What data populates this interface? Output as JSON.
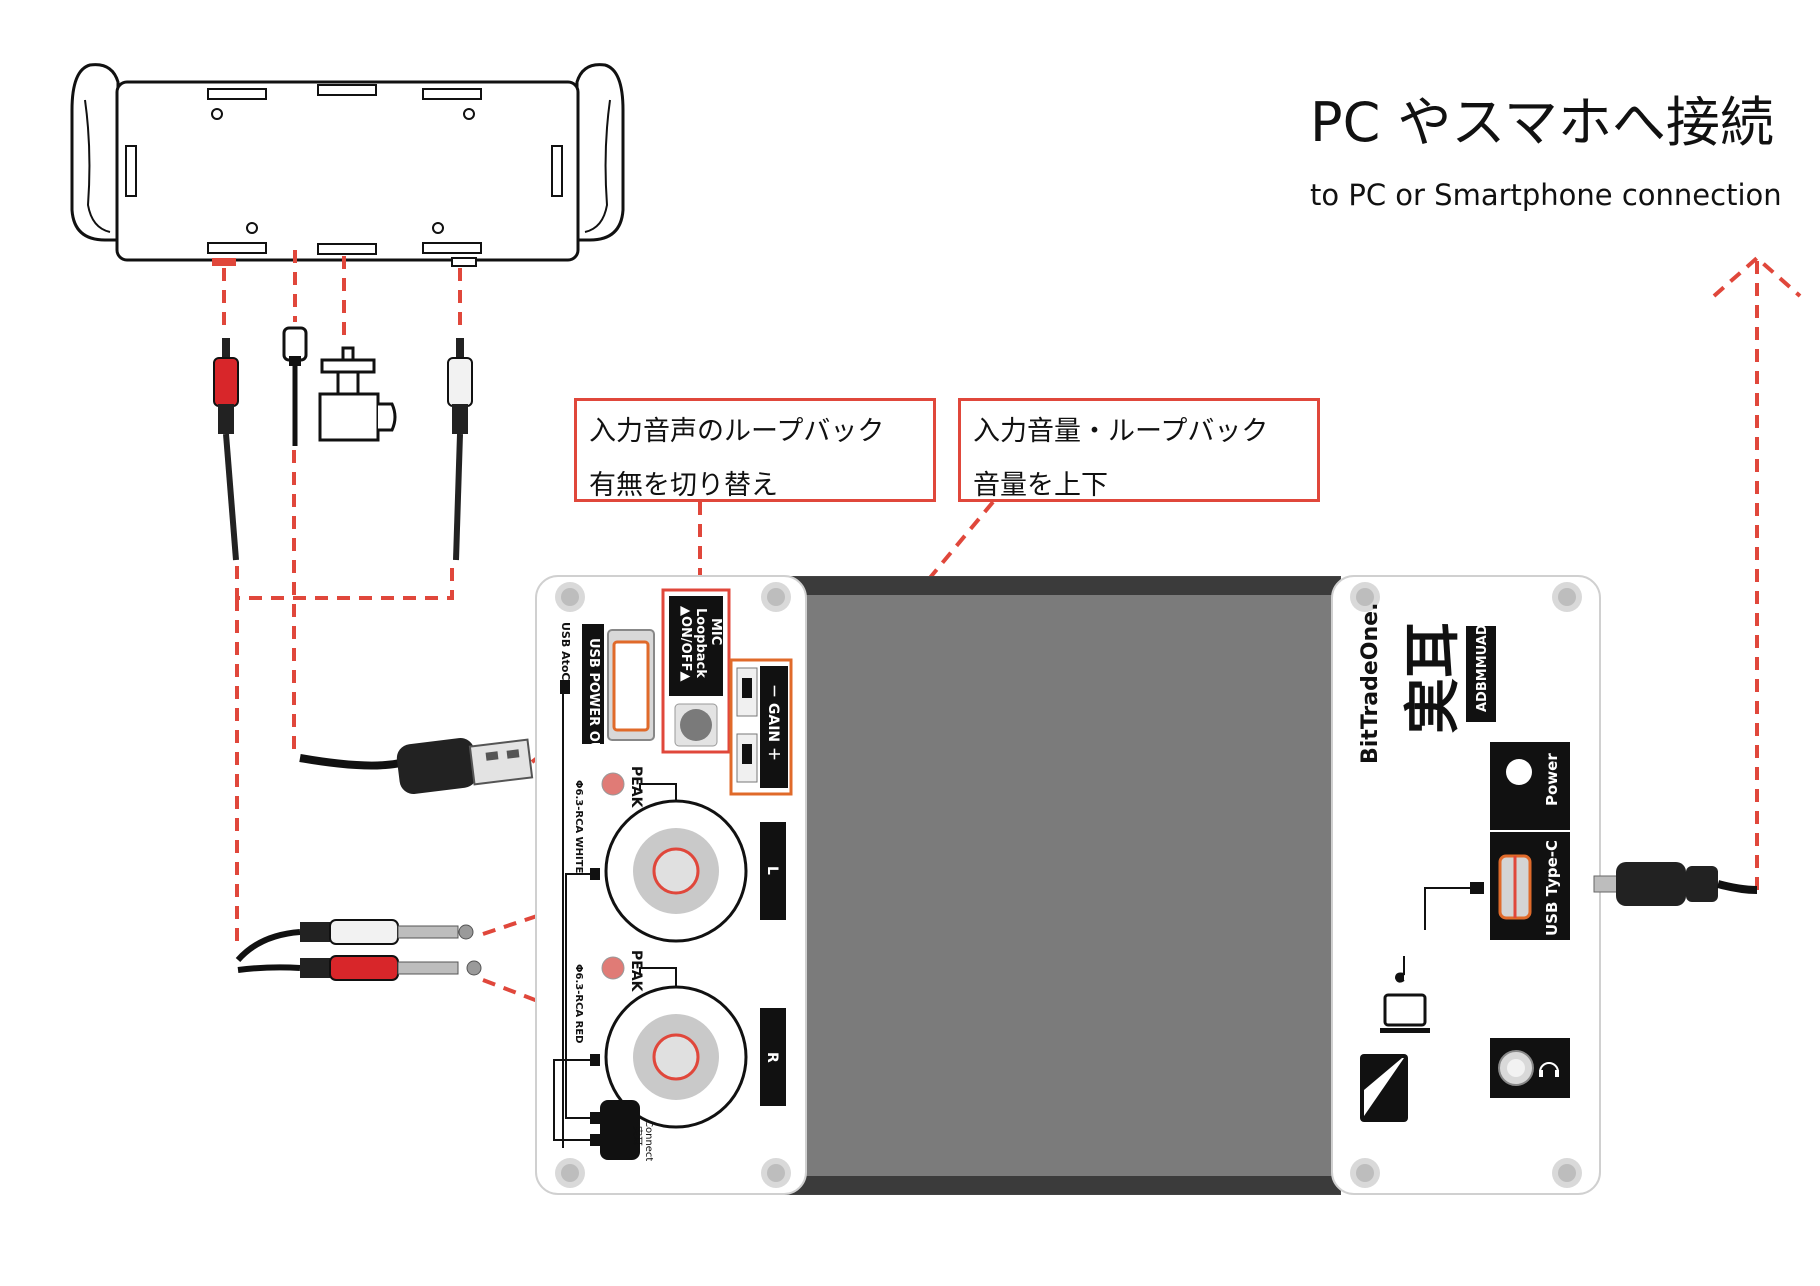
{
  "heading": {
    "jp": "PC やスマホへ接続",
    "en": "to PC or Smartphone connection"
  },
  "callouts": {
    "loopback": {
      "line1": "入力音声のループバック",
      "line2": "有無を切り替え"
    },
    "gain": {
      "line1": "入力音量・ループバック",
      "line2": "音量を上下"
    }
  },
  "left_panel": {
    "usb_power_out": "USB POWER OUT",
    "usb_atoc": "USB AtoC",
    "mic_switch": [
      "MIC",
      "Loopback",
      "▲ON/OFF▲"
    ],
    "gain_label": "－ GAIN ＋",
    "peak": "PEAK",
    "jack_l_label": "L",
    "jack_r_label": "R",
    "jack_white_desc": "Φ6.3-RCA WHITE",
    "jack_red_desc": "Φ6.3-RCA RED",
    "connect_label": "Connect",
    "connect_sub": "実耳"
  },
  "right_panel": {
    "brand": "BitTradeOne.",
    "logo": "実耳",
    "model": "ADBMMUAD",
    "power_label": "Power",
    "usb_c_label": "USB Type-C"
  },
  "colors": {
    "accent_red": "#e0473b",
    "orange_outline": "#e06a2a",
    "body_gray": "#7b7b7b"
  }
}
